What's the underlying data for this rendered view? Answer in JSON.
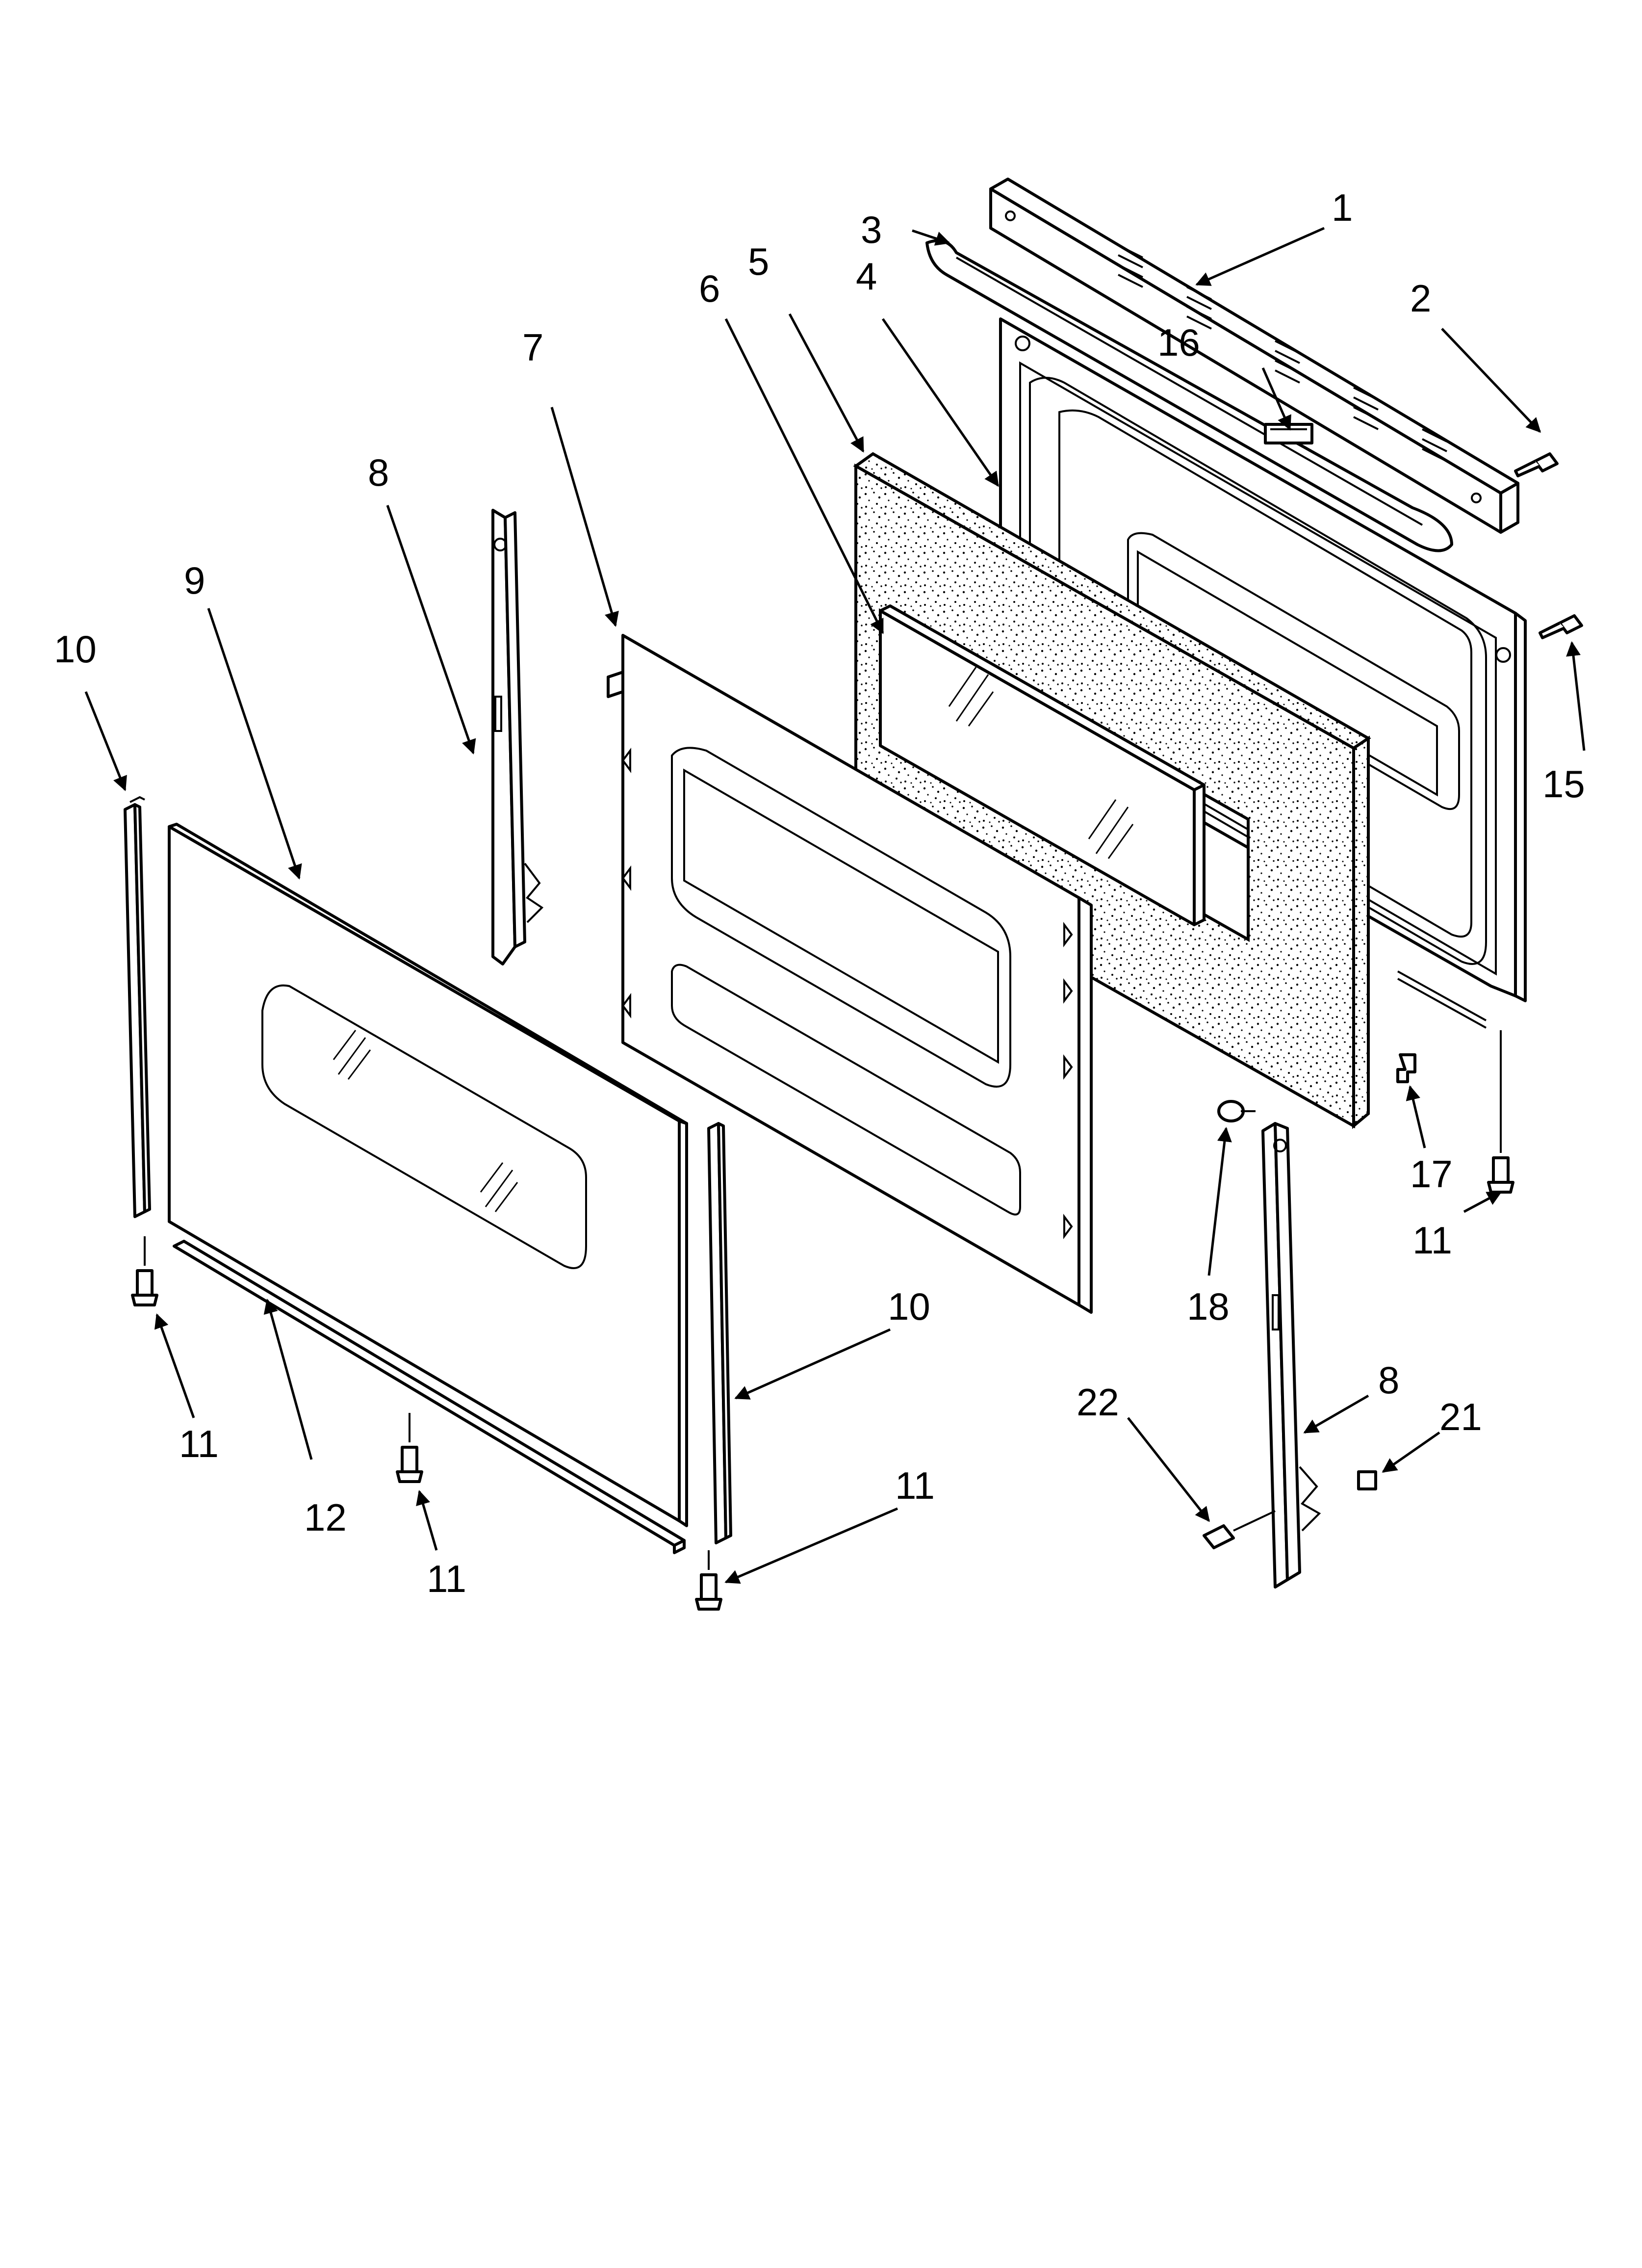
{
  "diagram": {
    "callouts": {
      "c1": "1",
      "c2": "2",
      "c3": "3",
      "c4": "4",
      "c5": "5",
      "c6": "6",
      "c7": "7",
      "c8a": "8",
      "c8b": "8",
      "c9": "9",
      "c10a": "10",
      "c10b": "10",
      "c11a": "11",
      "c11b": "11",
      "c11c": "11",
      "c11d": "11",
      "c12": "12",
      "c15": "15",
      "c16": "16",
      "c17": "17",
      "c18": "18",
      "c21": "21",
      "c22": "22"
    }
  }
}
